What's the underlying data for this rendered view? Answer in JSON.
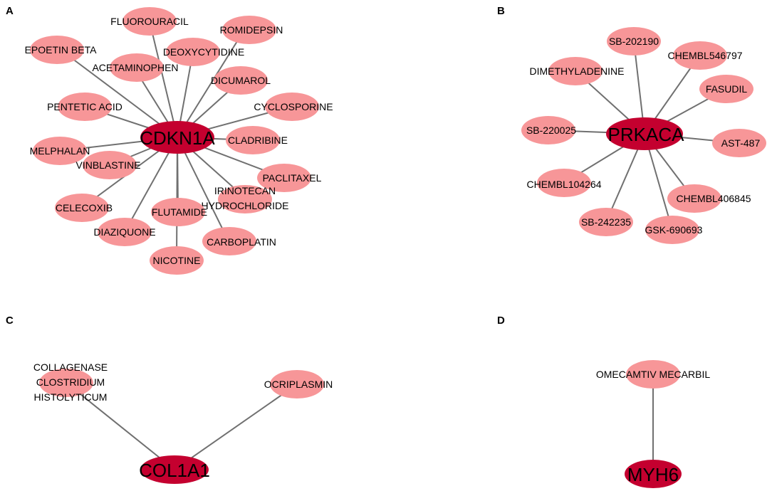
{
  "panels": {
    "a": {
      "label": "A",
      "hub": "CDKN1A",
      "nodes": {
        "fluorouracil": "FLUOROURACIL",
        "romidepsin": "ROMIDEPSIN",
        "epoetin_beta": "EPOETIN BETA",
        "deoxycytidine": "DEOXYCYTIDINE",
        "acetaminophen": "ACETAMINOPHEN",
        "dicumarol": "DICUMAROL",
        "pentetic_acid": "PENTETIC ACID",
        "cyclosporine": "CYCLOSPORINE",
        "cladribine": "CLADRIBINE",
        "melphalan": "MELPHALAN",
        "vinblastine": "VINBLASTINE",
        "paclitaxel": "PACLITAXEL",
        "irinotecan_1": "IRINOTECAN",
        "irinotecan_2": "HYDROCHLORIDE",
        "celecoxib": "CELECOXIB",
        "flutamide": "FLUTAMIDE",
        "diaziquone": "DIAZIQUONE",
        "carboplatin": "CARBOPLATIN",
        "nicotine": "NICOTINE"
      }
    },
    "b": {
      "label": "B",
      "hub": "PRKACA",
      "nodes": {
        "sb202190": "SB-202190",
        "chembl546797": "CHEMBL546797",
        "dimethyladenine": "DIMETHYLADENINE",
        "fasudil": "FASUDIL",
        "sb220025": "SB-220025",
        "ast487": "AST-487",
        "chembl104264": "CHEMBL104264",
        "chembl406845": "CHEMBL406845",
        "sb242235": "SB-242235",
        "gsk690693": "GSK-690693"
      }
    },
    "c": {
      "label": "C",
      "hub": "COL1A1",
      "nodes": {
        "collagenase_1": "COLLAGENASE",
        "collagenase_2": "CLOSTRIDIUM",
        "collagenase_3": "HISTOLYTICUM",
        "ocriplasmin": "OCRIPLASMIN"
      }
    },
    "d": {
      "label": "D",
      "hub": "MYH6",
      "nodes": {
        "omecamtiv": "OMECAMTIV MECARBIL"
      }
    }
  },
  "colors": {
    "hub": "#c4002f",
    "leaf": "#f79698",
    "edge": "#707070"
  }
}
